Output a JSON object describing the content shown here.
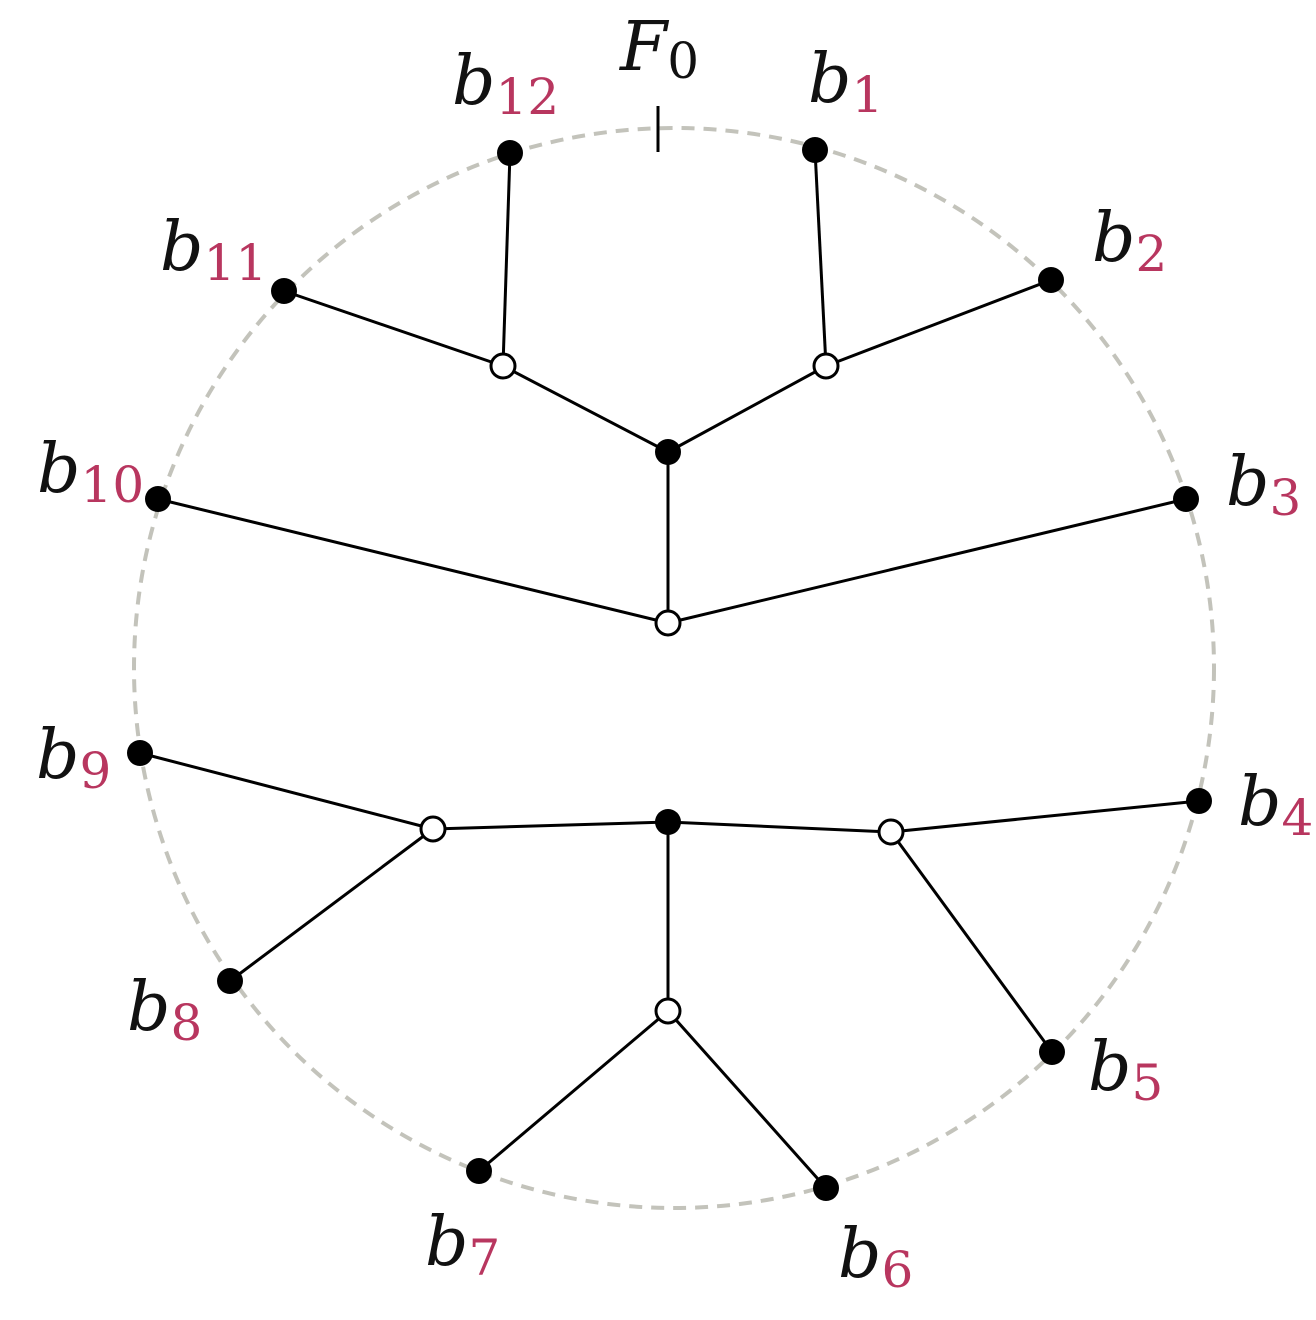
{
  "diagram": {
    "boundary_label": {
      "main": "F",
      "sub": "0"
    },
    "boundary_vertices": [
      {
        "id": "b1",
        "main": "b",
        "sub": "1"
      },
      {
        "id": "b2",
        "main": "b",
        "sub": "2"
      },
      {
        "id": "b3",
        "main": "b",
        "sub": "3"
      },
      {
        "id": "b4",
        "main": "b",
        "sub": "4"
      },
      {
        "id": "b5",
        "main": "b",
        "sub": "5"
      },
      {
        "id": "b6",
        "main": "b",
        "sub": "6"
      },
      {
        "id": "b7",
        "main": "b",
        "sub": "7"
      },
      {
        "id": "b8",
        "main": "b",
        "sub": "8"
      },
      {
        "id": "b9",
        "main": "b",
        "sub": "9"
      },
      {
        "id": "b10",
        "main": "b",
        "sub": "10"
      },
      {
        "id": "b11",
        "main": "b",
        "sub": "11"
      },
      {
        "id": "b12",
        "main": "b",
        "sub": "12"
      }
    ],
    "internal_vertices": [
      {
        "id": "w1",
        "color": "white"
      },
      {
        "id": "w2",
        "color": "white"
      },
      {
        "id": "k1",
        "color": "black"
      },
      {
        "id": "w3",
        "color": "white"
      },
      {
        "id": "w4",
        "color": "white"
      },
      {
        "id": "k2",
        "color": "black"
      },
      {
        "id": "w5",
        "color": "white"
      },
      {
        "id": "w6",
        "color": "white"
      }
    ],
    "edges": [
      [
        "w2",
        "b12"
      ],
      [
        "w2",
        "b11"
      ],
      [
        "w2",
        "k1"
      ],
      [
        "w1",
        "b1"
      ],
      [
        "w1",
        "b2"
      ],
      [
        "w1",
        "k1"
      ],
      [
        "k1",
        "w3"
      ],
      [
        "w3",
        "b10"
      ],
      [
        "w3",
        "b3"
      ],
      [
        "k2",
        "w4"
      ],
      [
        "k2",
        "w5"
      ],
      [
        "k2",
        "w6"
      ],
      [
        "w4",
        "b9"
      ],
      [
        "w4",
        "b8"
      ],
      [
        "w5",
        "b4"
      ],
      [
        "w5",
        "b5"
      ],
      [
        "w6",
        "b7"
      ],
      [
        "w6",
        "b6"
      ]
    ],
    "colors": {
      "edge": "#000000",
      "boundary": "#c3c3bb",
      "subscript": "#b8365f",
      "label": "#111111"
    }
  }
}
